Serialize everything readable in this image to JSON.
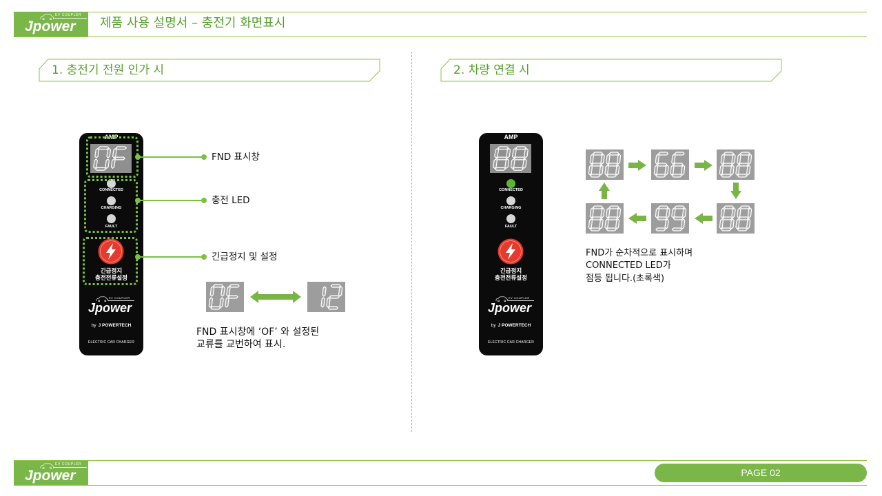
{
  "colors": {
    "brand_green": "#7ab648",
    "title_green": "#56a02b",
    "dot_green": "#7cc142",
    "arrow_green": "#79b546",
    "device_bg": "#0b0b0b",
    "display_bg": "#8f8f8f",
    "button_red": "#e53a2e",
    "led_on": "#5bb531",
    "led_off": "#d6d6d6"
  },
  "header": {
    "logo": {
      "text": "Jpower",
      "sub": "EV COUPLER"
    },
    "title": "제품 사용 설명서 – 충전기 화면표시"
  },
  "section1": {
    "heading": "1. 충전기 전원 인가 시",
    "device": {
      "amp_label": "AMP",
      "display": "0F",
      "leds": [
        {
          "label": "CONNECTED",
          "lit": false
        },
        {
          "label": "CHARGING",
          "lit": false
        },
        {
          "label": "FAULT",
          "lit": false
        }
      ],
      "button_lines": [
        "긴급정지",
        "충전전류설정"
      ],
      "brand": "Jpower",
      "brand_sub": "EV COUPLER",
      "maker_prefix": "by",
      "maker": "J POWERTECH",
      "product": "ELECTRIC CAR CHARGER"
    },
    "callouts": [
      "FND 표시창",
      "충전 LED",
      "긴급정지 및 설정"
    ],
    "alternating_displays": [
      "0F",
      "12"
    ],
    "note_lines": [
      "FND 표시창에 ‘OF’ 와 설정된",
      "교류를 교번하여 표시."
    ]
  },
  "section2": {
    "heading": "2. 차량 연결 시",
    "device": {
      "amp_label": "AMP",
      "display": "88",
      "leds": [
        {
          "label": "CONNECTED",
          "lit": true
        },
        {
          "label": "CHARGING",
          "lit": false
        },
        {
          "label": "FAULT",
          "lit": false
        }
      ],
      "button_lines": [
        "긴급정지",
        "충전전류설정"
      ],
      "brand": "Jpower",
      "brand_sub": "EV COUPLER",
      "maker_prefix": "by",
      "maker": "J POWERTECH",
      "product": "ELECTRIC CAR CHARGER"
    },
    "sequence": [
      "88",
      "66",
      "88",
      "88",
      "99",
      "88"
    ],
    "note_lines": [
      "FND가 순차적으로 표시하며",
      "CONNECTED LED가",
      "점등 됩니다.(초록색)"
    ]
  },
  "footer": {
    "logo": {
      "text": "Jpower",
      "sub": "EV COUPLER"
    },
    "page": "PAGE 02"
  }
}
